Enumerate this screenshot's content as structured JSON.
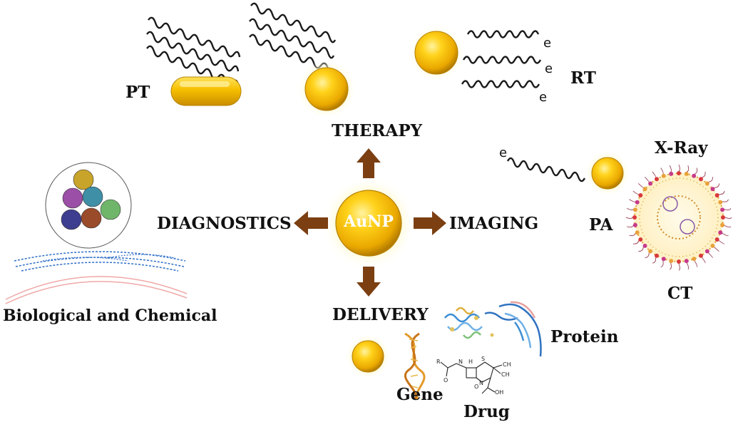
{
  "center": {
    "label": "AuNP"
  },
  "branches": {
    "therapy": "THERAPY",
    "diagnostics": "DIAGNOSTICS",
    "imaging": "IMAGING",
    "delivery": "DELIVERY"
  },
  "therapy_items": {
    "pt": "PT",
    "rt": "RT"
  },
  "imaging_items": {
    "xray": "X-Ray",
    "pa": "PA",
    "ct": "CT"
  },
  "diagnostics_items": {
    "bio_chem": "Biological and Chemical"
  },
  "delivery_items": {
    "protein": "Protein",
    "gene": "Gene",
    "drug": "Drug"
  },
  "electron_symbol": "e",
  "colors": {
    "gold": "#f5c400",
    "gold_dark": "#c99000",
    "arrow": "#7b3f12",
    "glow": "#fff6b0"
  }
}
